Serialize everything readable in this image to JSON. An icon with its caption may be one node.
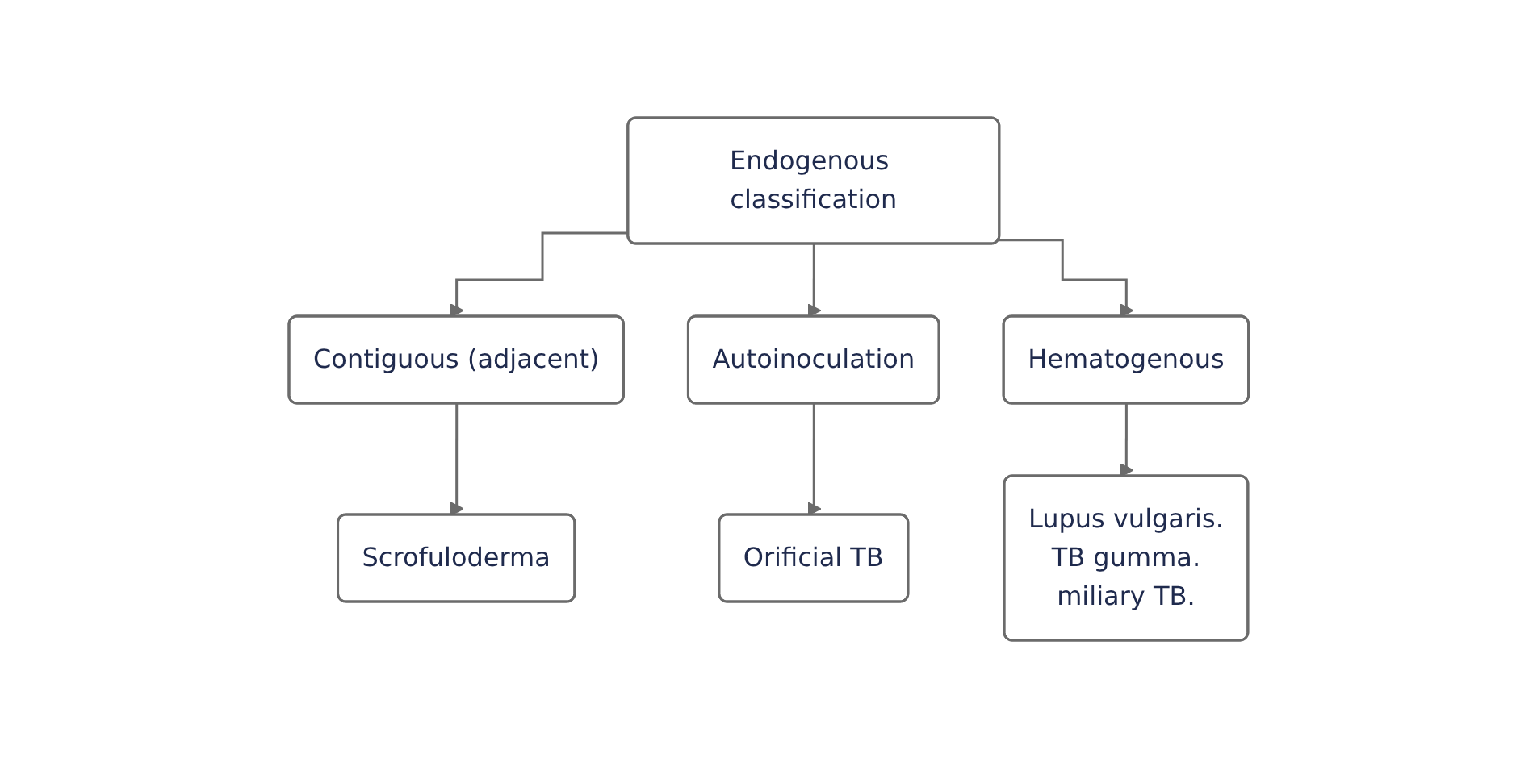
{
  "diagram": {
    "nodes": [
      {
        "text": [
          "Endogenous classification"
        ]
      },
      {
        "text": [
          "Contiguous (adjacent)"
        ]
      },
      {
        "text": [
          "Autoinoculation"
        ]
      },
      {
        "text": [
          "Hematogenous"
        ]
      },
      {
        "text": [
          "Scrofuloderma"
        ]
      },
      {
        "text": [
          "Orificial TB"
        ]
      },
      {
        "text": [
          "Lupus vulgaris.",
          "TB gumma.",
          "miliary TB."
        ]
      }
    ],
    "edges": [
      {
        "from": 0,
        "to": 1,
        "arrow": "to"
      },
      {
        "from": 0,
        "to": 2,
        "arrow": "to"
      },
      {
        "from": 0,
        "to": 3,
        "arrow": "to"
      },
      {
        "from": 1,
        "to": 4,
        "arrow": "to"
      },
      {
        "from": 2,
        "to": 5,
        "arrow": "to"
      },
      {
        "from": 3,
        "to": 6,
        "arrow": "to"
      }
    ]
  }
}
